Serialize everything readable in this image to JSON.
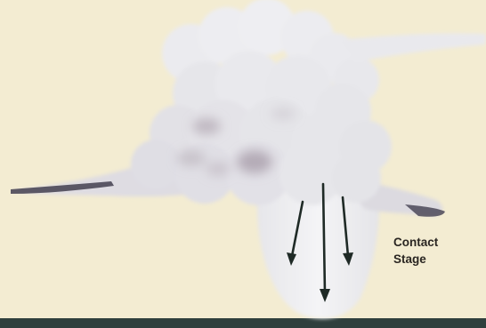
{
  "diagram": {
    "label_line1": "Contact",
    "label_line2": "Stage",
    "arrow_count": 3,
    "arrow_direction": "down",
    "colors": {
      "background": "#f3ecd2",
      "cloud_light": "#ededf0",
      "cloud_shadow": "#b9b1bb",
      "anvil_dark": "#4b4858",
      "arrow": "#1f2a26",
      "bottom_border": "#2f3f3d"
    }
  }
}
